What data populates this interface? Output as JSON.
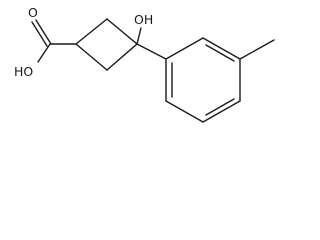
{
  "molecule": {
    "labels": {
      "hydroxyl": "OH",
      "carboxyl_hydroxyl": "HO",
      "carbonyl_oxygen": "O"
    }
  }
}
